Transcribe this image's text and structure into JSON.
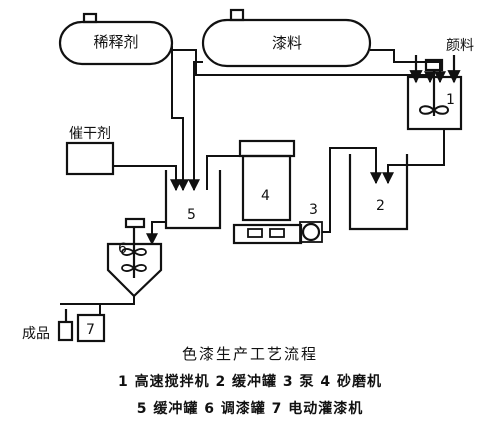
{
  "tanks": {
    "diluent": "稀释剂",
    "paint": "漆料",
    "pigment": "颜料",
    "drier": "催干剂",
    "product": "成品"
  },
  "equipment_numbers": {
    "n1": "1",
    "n2": "2",
    "n3": "3",
    "n4": "4",
    "n5": "5",
    "n6": "6",
    "n7": "7"
  },
  "caption": {
    "title": "色漆生产工艺流程",
    "line1": "1 高速搅拌机  2 缓冲罐  3 泵  4 砂磨机",
    "line2": "5 缓冲罐  6 调漆罐  7 电动灌漆机"
  }
}
